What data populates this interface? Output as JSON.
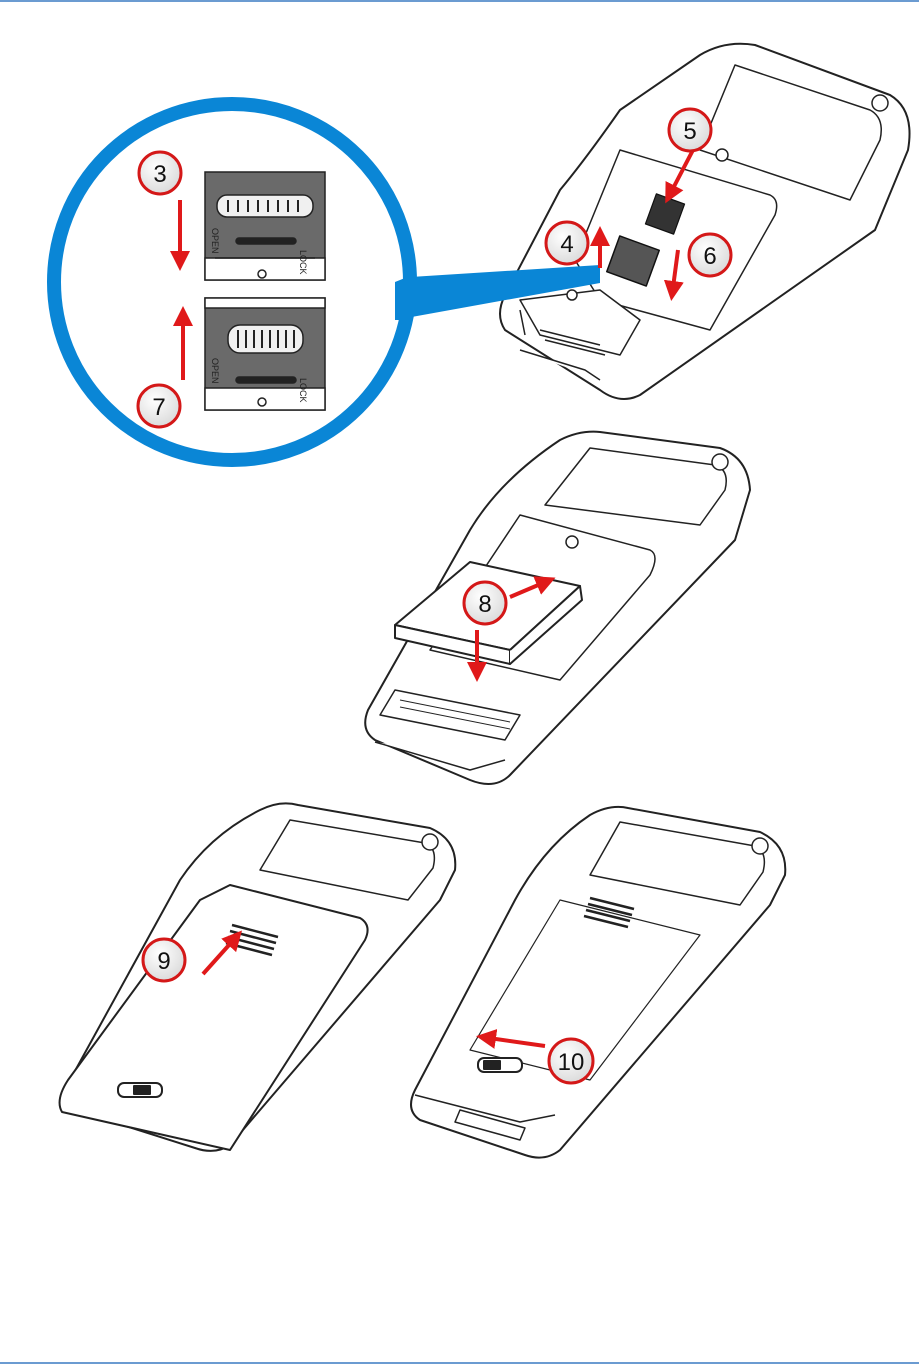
{
  "colors": {
    "rule": "#6b9bd1",
    "magnifier": "#0a86d6",
    "arrow": "#e0191a",
    "badge_fill": "#f3f3f3",
    "badge_ring": "#d41818",
    "line_art": "#222222"
  },
  "steps": [
    {
      "label": "3"
    },
    {
      "label": "4"
    },
    {
      "label": "5"
    },
    {
      "label": "6"
    },
    {
      "label": "7"
    },
    {
      "label": "8"
    },
    {
      "label": "9"
    },
    {
      "label": "10"
    }
  ],
  "card_slot": {
    "lock_text": "LOCK",
    "open_text": "OPEN"
  },
  "icons": [
    "magnifier-circle",
    "card-slot-icon",
    "device-icon",
    "battery-icon",
    "cover-icon",
    "arrow-icon"
  ]
}
